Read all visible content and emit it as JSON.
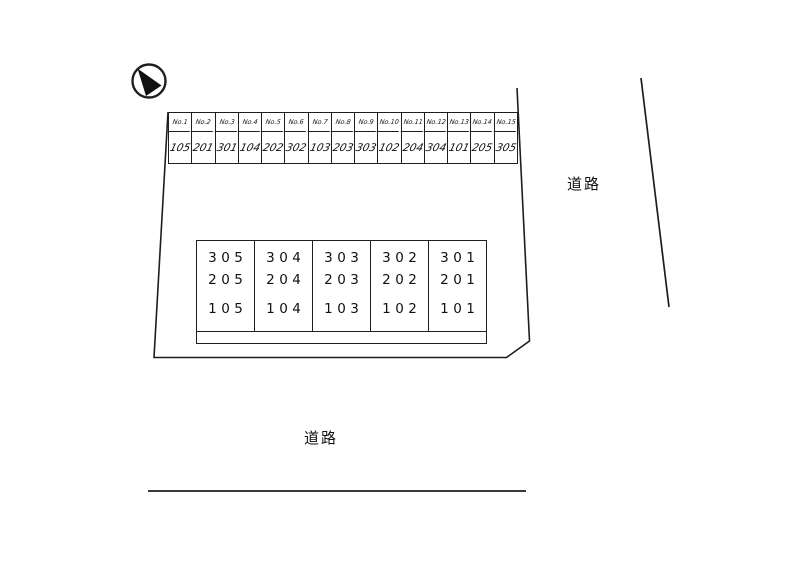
{
  "parking_strip": {
    "slots": [
      {
        "label": "No.1",
        "number": "105"
      },
      {
        "label": "No.2",
        "number": "201"
      },
      {
        "label": "No.3",
        "number": "301"
      },
      {
        "label": "No.4",
        "number": "104"
      },
      {
        "label": "No.5",
        "number": "202"
      },
      {
        "label": "No.6",
        "number": "302"
      },
      {
        "label": "No.7",
        "number": "103"
      },
      {
        "label": "No.8",
        "number": "203"
      },
      {
        "label": "No.9",
        "number": "303"
      },
      {
        "label": "No.10",
        "number": "102"
      },
      {
        "label": "No.11",
        "number": "204"
      },
      {
        "label": "No.12",
        "number": "304"
      },
      {
        "label": "No.13",
        "number": "101"
      },
      {
        "label": "No.14",
        "number": "205"
      },
      {
        "label": "No.15",
        "number": "305"
      }
    ]
  },
  "building": {
    "columns": [
      {
        "rooms": [
          "305",
          "205",
          "105"
        ]
      },
      {
        "rooms": [
          "304",
          "204",
          "104"
        ]
      },
      {
        "rooms": [
          "303",
          "203",
          "103"
        ]
      },
      {
        "rooms": [
          "302",
          "202",
          "102"
        ]
      },
      {
        "rooms": [
          "301",
          "201",
          "101"
        ]
      }
    ]
  },
  "roads": {
    "right_label": "道路",
    "bottom_label": "道路"
  },
  "colors": {
    "line": "#1e1e1e",
    "background": "#ffffff"
  }
}
